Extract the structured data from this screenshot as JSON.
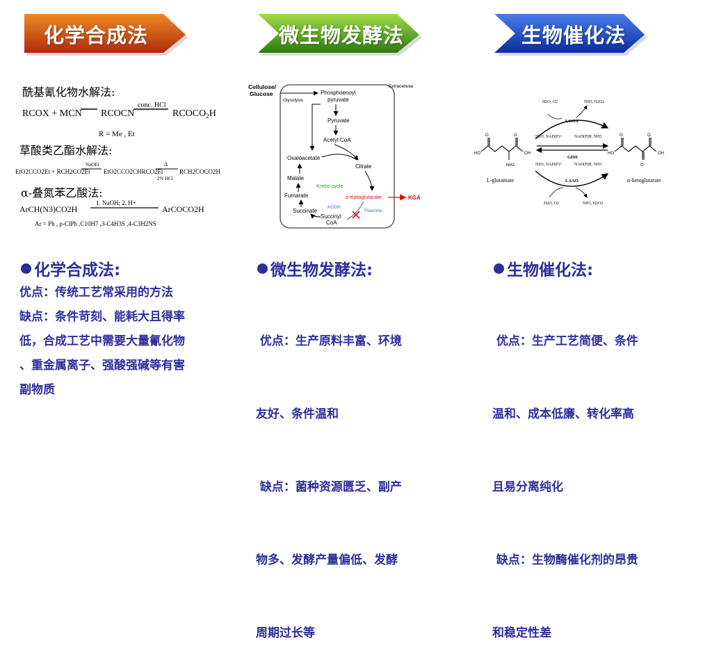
{
  "banners": [
    {
      "label": "化学合成法",
      "color_top": "#e8781a",
      "color_bottom": "#b52a10"
    },
    {
      "label": "微生物发酵法",
      "color_top": "#8fd13a",
      "color_bottom": "#2f7f12"
    },
    {
      "label": "生物催化法",
      "color_top": "#3a6fe0",
      "color_bottom": "#0b2fa8"
    }
  ],
  "chem": {
    "m1_title": "酰基氰化物水解法:",
    "m1_eq_a": "RCOX + MCN",
    "m1_eq_b": "RCOCN",
    "m1_cond": "conc. HCl",
    "m1_eq_c": "RCOCO",
    "m1_eq_c_sub": "2",
    "m1_eq_c_end": "H",
    "m1_note": "R = Me , Et",
    "m2_title": "草酸类乙酯水解法:",
    "m2_eq_a": "EtO2CCO2Et + RCH2CO2Et",
    "m2_cond1": "NaOEt",
    "m2_eq_b": "EtO2CCO2CHRCO2Et",
    "m2_cond2_top": "Δ",
    "m2_cond2_bottom": "2% HCl",
    "m2_eq_c": "RCH2COCO2H",
    "m3_title": "α-叠氮苯乙酸法:",
    "m3_eq_a": "ArCH(N3)CO2H",
    "m3_cond": "1. NaOH; 2. H+",
    "m3_eq_b": "ArCOCO2H",
    "m3_note": "Ar = Ph , p-ClPh ,C10H7 ,3-C4H3S ,4-C3H2NS"
  },
  "pathway": {
    "cellulose": "Cellulose/",
    "glucose": "Glucose",
    "extracellular": "Extracellular",
    "glycolysis": "Glycolysis",
    "pep1": "Phosphoenoyl",
    "pep2": "pyruvate",
    "pyruvate": "Pyruvate",
    "acetylcoa": "Acetyl CoA",
    "oxaloacetate": "Oxaloacetate",
    "citrate": "Citrate",
    "malate": "Malate",
    "krebs": "Krebs cycle",
    "fumarate": "Fumarate",
    "akg": "α-Ketoglutarate",
    "kga": "KGA",
    "kgdh": "KGDH",
    "thiamine": "Thiamine",
    "succinate": "Succinate",
    "succoa1": "Succinyl",
    "succoa2": "CoA"
  },
  "enzyme": {
    "h2o_o2_top": "H2O, O2",
    "nh3_h2o2_top": "NH3, H2O2",
    "lgox": "LGOX",
    "h2o_nadp_1": "H2O, NAD(P)+",
    "nadph_nh3_1": "NAD(P)H, NH3",
    "gdh": "GDH",
    "h2o_nadp_2": "H2O, NAD(P)+",
    "nadph_nh3_2": "NAD(P)H, NH3",
    "laao": "LAAO",
    "h2o_o2_bottom": "H2O, O2",
    "nh3_h2o2_bottom": "NH3, H2O2",
    "l_glutamate": "L-glutamate",
    "akg": "α-ketoglutarate",
    "ho": "HO",
    "oh": "OH",
    "nh2": "NH2",
    "o": "O"
  },
  "columns": [
    {
      "title": "化学合成法:",
      "lines": [
        "优点：传统工艺常采用的方法",
        "缺点：条件苛刻、能耗大且得率",
        "低，合成工艺中需要大量氰化物",
        "、重金属离子、强酸强碱等有害",
        "副物质"
      ]
    },
    {
      "title": "微生物发酵法:",
      "lines": [
        " 优点：生产原料丰富、环境",
        "友好、条件温和",
        " 缺点：菌种资源匮乏、副产",
        "物多、发酵产量偏低、发酵",
        "周期过长等"
      ]
    },
    {
      "title": "生物催化法:",
      "lines": [
        " 优点：生产工艺简便、条件",
        "温和、成本低廉、转化率高",
        "且易分离纯化",
        " 缺点：生物酶催化剂的昂贵",
        "和稳定性差"
      ]
    }
  ]
}
